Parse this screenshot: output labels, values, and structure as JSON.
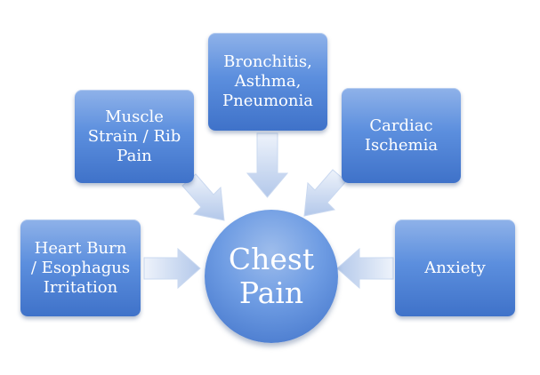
{
  "diagram": {
    "center": {
      "label": "Chest\nPain"
    },
    "nodes": [
      {
        "id": "muscle",
        "label": "Muscle\nStrain / Rib\nPain"
      },
      {
        "id": "bronchitis",
        "label": "Bronchitis,\nAsthma,\nPneumonia"
      },
      {
        "id": "cardiac",
        "label": "Cardiac\nIschemia"
      },
      {
        "id": "heartburn",
        "label": "Heart Burn\n/ Esophagus\nIrritation"
      },
      {
        "id": "anxiety",
        "label": "Anxiety"
      }
    ],
    "colors": {
      "box_top": "#8fb2e9",
      "box_bottom": "#3f72c9",
      "arrow_light": "#e4ecf8",
      "arrow_dark": "#b3c8ea"
    }
  }
}
